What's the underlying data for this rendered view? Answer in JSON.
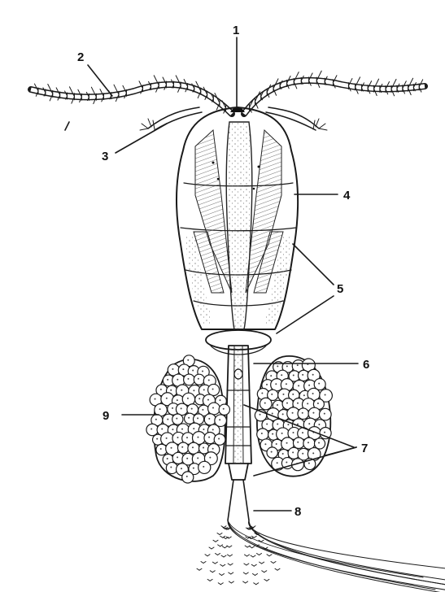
{
  "figure": {
    "subject": "copepod-diagram",
    "colors": {
      "ink": "#1a1a1a",
      "paper": "#ffffff",
      "stipple": "#555555"
    }
  },
  "labels": [
    {
      "id": "l1",
      "text": "1"
    },
    {
      "id": "l2",
      "text": "2"
    },
    {
      "id": "l3",
      "text": "3"
    },
    {
      "id": "l4",
      "text": "4"
    },
    {
      "id": "l5",
      "text": "5"
    },
    {
      "id": "l6",
      "text": "6"
    },
    {
      "id": "l7",
      "text": "7"
    },
    {
      "id": "l8",
      "text": "8"
    },
    {
      "id": "l9",
      "text": "9"
    }
  ]
}
